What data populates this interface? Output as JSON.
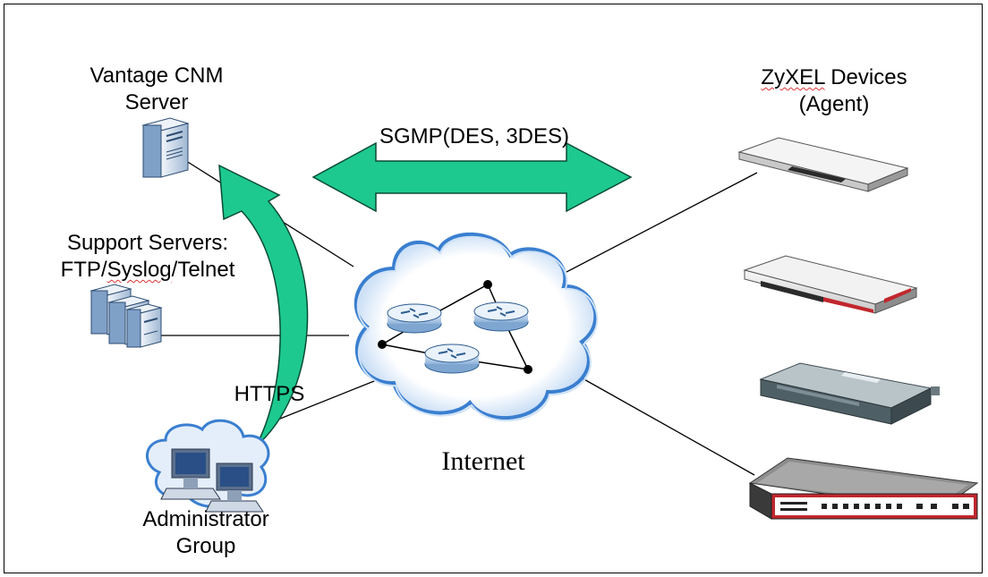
{
  "nodes": {
    "cnm_server": {
      "line1": "Vantage CNM",
      "line2": "Server"
    },
    "support_servers": {
      "line1": "Support Servers:",
      "line2_a": "FTP/",
      "line2_b": "Syslog",
      "line2_c": "/Telnet"
    },
    "admin_group": {
      "line1": "Administrator",
      "line2": "Group"
    },
    "zyxel_devices": {
      "line1_a": "ZyXEL",
      "line1_b": " Devices",
      "line2": "(Agent)"
    },
    "internet": {
      "label": "Internet"
    }
  },
  "links": {
    "sgmp": {
      "label": "SGMP(DES, 3DES)"
    },
    "https": {
      "label": "HTTPS"
    }
  },
  "colors": {
    "arrow_fill": "#1dc98f",
    "arrow_stroke": "#0a4a36",
    "cloud_edge": "#3a7fd0",
    "cloud_glow": "#cfe2f7",
    "device_red": "#c1272d"
  }
}
